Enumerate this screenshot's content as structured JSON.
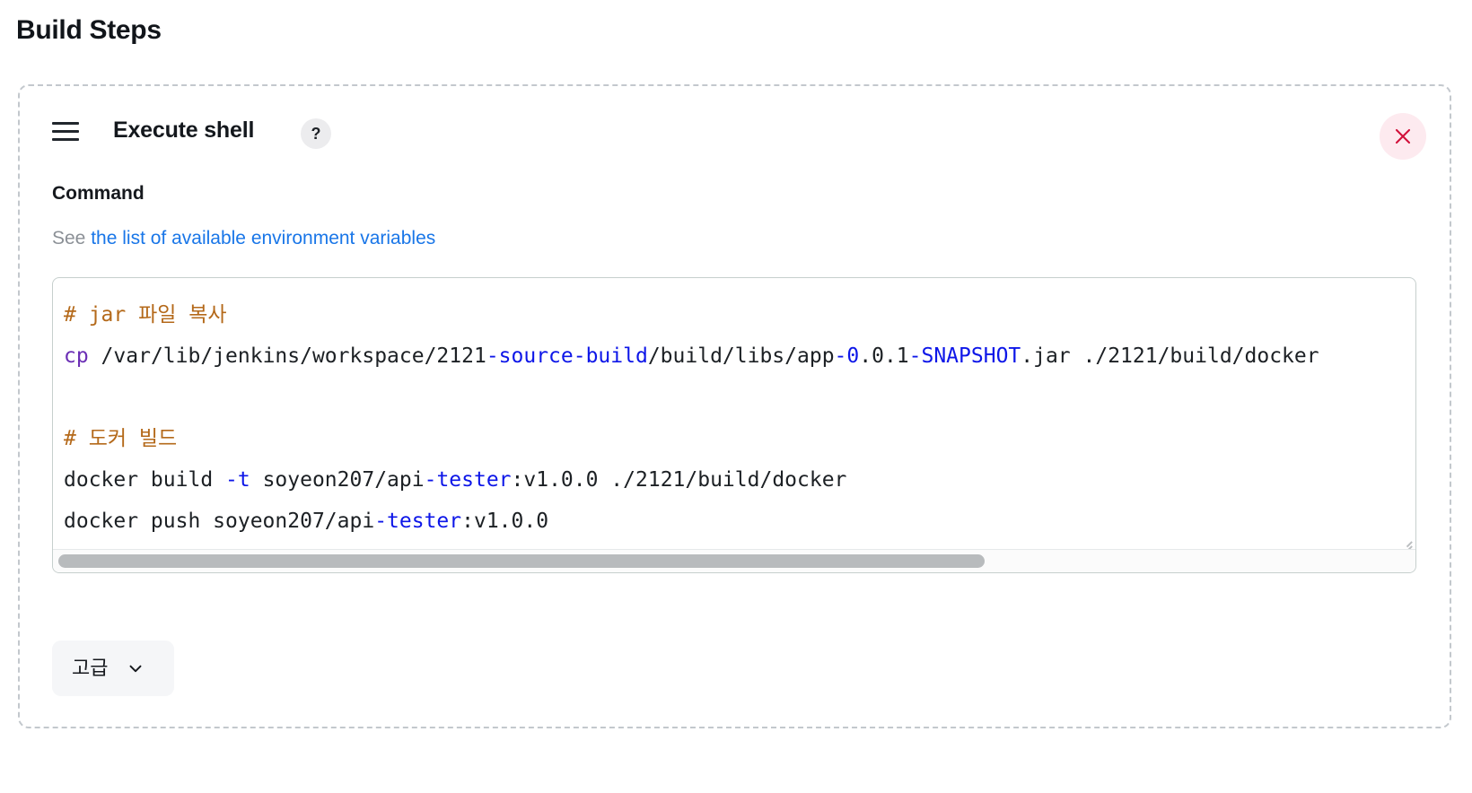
{
  "page": {
    "title": "Build Steps"
  },
  "step": {
    "drag_handle_icon": "hamburger-drag-icon",
    "name": "Execute shell",
    "help_badge": "?",
    "close_icon": "close-x-icon"
  },
  "command_field": {
    "label": "Command",
    "help_prefix": "See",
    "help_link": "the list of available environment variables",
    "script_lines": [
      {
        "tokens": [
          {
            "text": "# jar 파일 복사",
            "style": "cmt"
          }
        ]
      },
      {
        "tokens": [
          {
            "text": "cp",
            "style": "kw"
          },
          {
            "text": " /var/lib/jenkins/workspace/2121",
            "style": ""
          },
          {
            "text": "-source-build",
            "style": "bl"
          },
          {
            "text": "/build/libs/app",
            "style": ""
          },
          {
            "text": "-0",
            "style": "bl"
          },
          {
            "text": ".0.1",
            "style": ""
          },
          {
            "text": "-SNAPSHOT",
            "style": "bl"
          },
          {
            "text": ".jar ./2121/build/docker",
            "style": ""
          }
        ]
      },
      {
        "tokens": [
          {
            "text": "",
            "style": ""
          }
        ]
      },
      {
        "tokens": [
          {
            "text": "# 도커 빌드",
            "style": "cmt"
          }
        ]
      },
      {
        "tokens": [
          {
            "text": "docker build ",
            "style": ""
          },
          {
            "text": "-t",
            "style": "bl"
          },
          {
            "text": " soyeon207/api",
            "style": ""
          },
          {
            "text": "-tester",
            "style": "bl"
          },
          {
            "text": ":v1.0.0 ./2121/build/docker",
            "style": ""
          }
        ]
      },
      {
        "tokens": [
          {
            "text": "docker push soyeon207/api",
            "style": ""
          },
          {
            "text": "-tester",
            "style": "bl"
          },
          {
            "text": ":v1.0.0",
            "style": ""
          }
        ]
      }
    ],
    "scroll": {
      "horizontal_thumb_label": "horizontal-scrollbar-thumb"
    },
    "resize_handle": "resize-grip"
  },
  "advanced": {
    "label": "고급",
    "chevron_icon": "chevron-down-icon"
  },
  "colors": {
    "link": "#1976e8",
    "comment": "#b4691a",
    "keyword": "#6b2fb5",
    "token_blue": "#0d16e8",
    "close_x": "#d1103a",
    "close_bg": "#fdeaef",
    "panel_border": "#c3c8cd"
  }
}
